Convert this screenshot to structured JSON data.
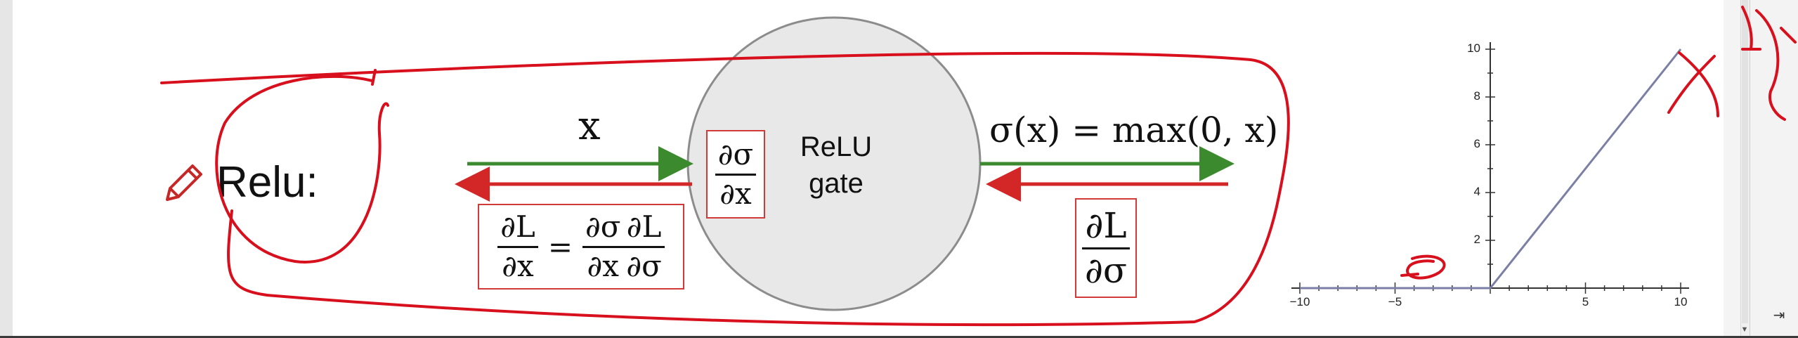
{
  "slide": {
    "title": "Relu:",
    "gate_label_line1": "ReLU",
    "gate_label_line2": "gate",
    "input_label": "x",
    "local_grad": {
      "num": "∂σ",
      "den": "∂x"
    },
    "chain_rule": {
      "lhs": {
        "num": "∂L",
        "den": "∂x"
      },
      "eq": "=",
      "rhs1": {
        "num": "∂σ",
        "den": "∂x"
      },
      "rhs2": {
        "num": "∂L",
        "den": "∂σ"
      }
    },
    "output_formula": "σ(x) = max(0, x)",
    "upstream_grad": {
      "num": "∂L",
      "den": "∂σ"
    }
  },
  "colors": {
    "forward_arrow": "#3b8a2e",
    "backward_arrow": "#d32626",
    "ink_annotation": "#d80f1c",
    "box_border": "#d23a3a",
    "gate_fill": "#e8e8e8"
  },
  "chart_data": {
    "type": "line",
    "x_ticks": [
      "−10",
      "−5",
      "5",
      "10"
    ],
    "y_ticks": [
      "2",
      "4",
      "6",
      "8",
      "10"
    ],
    "xlim": [
      -10,
      10
    ],
    "ylim": [
      0,
      10
    ],
    "series": [
      {
        "x": [
          -10,
          0,
          10
        ],
        "y": [
          0,
          0,
          10
        ]
      }
    ],
    "grid": false
  },
  "icons": {
    "pen": "pencil-icon",
    "panel": "collapse-panel-icon",
    "scroll_down": "chevron-down-icon"
  }
}
